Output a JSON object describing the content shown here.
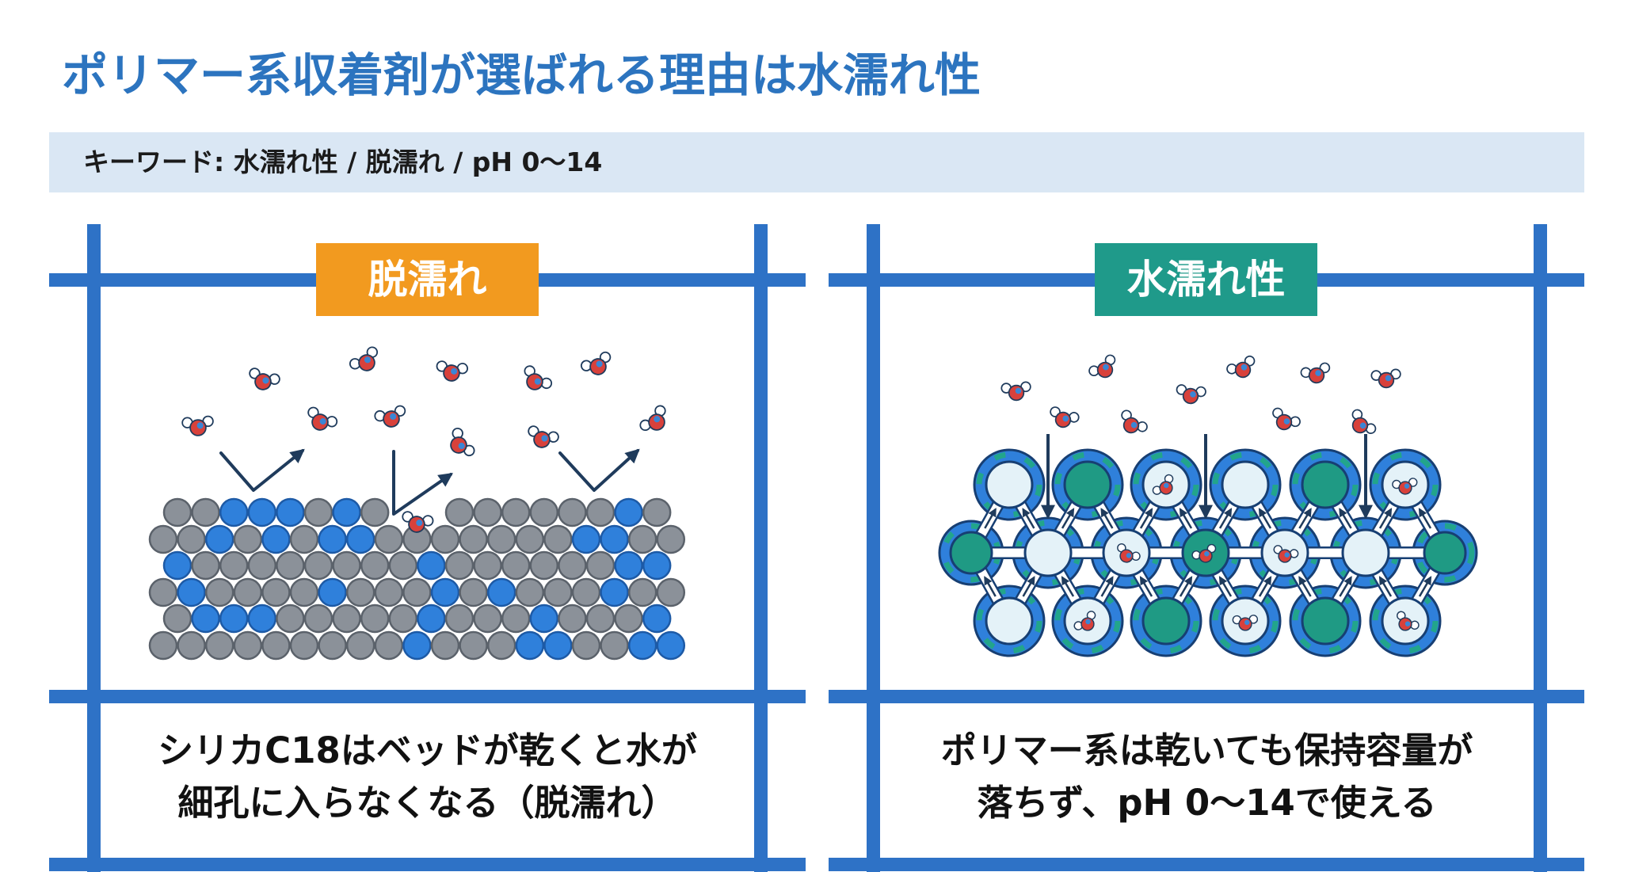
{
  "slide": {
    "title": "ポリマー系収着剤が選ばれる理由は水濡れ性",
    "keywords": "キーワード: 水濡れ性 / 脱濡れ / pH 0〜14"
  },
  "left_panel": {
    "label": "脱濡れ",
    "caption_line1": "シリカC18はベッドが乾くと水が",
    "caption_line2": "細孔に入らなくなる（脱濡れ）"
  },
  "right_panel": {
    "label": "水濡れ性",
    "caption_line1": "ポリマー系は乾いても保持容量が",
    "caption_line2": "落ちず、pH 0〜14で使える"
  },
  "colors": {
    "title": "#2c74bf",
    "frame": "#2e72c6",
    "keyword_bg": "#dae7f4",
    "label_dewetting": "#f29a1f",
    "label_wetting": "#1f9a8a"
  }
}
